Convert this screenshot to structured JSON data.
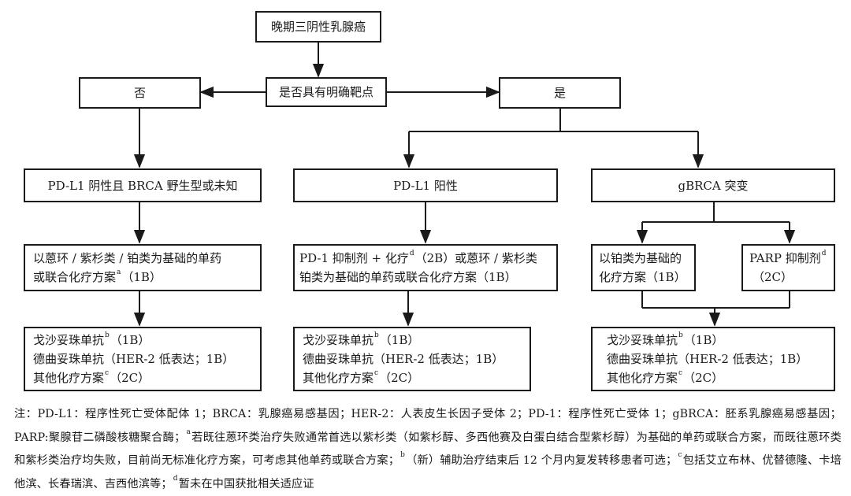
{
  "nodes": {
    "root": "晚期三阴性乳腺癌",
    "question": "是否具有明确靶点",
    "no": "否",
    "yes": "是",
    "pdl1_neg": "PD-L1 阴性且 BRCA 野生型或未知",
    "pdl1_pos": "PD-L1 阳性",
    "gbrca": "gBRCA 突变",
    "neg_step1": {
      "l1": "以蒽环 / 紫杉类 / 铂类为基础的单药",
      "l2": "或联合化疗方案",
      "sup": "a",
      "l2b": "（1B）"
    },
    "pos_step1": {
      "l1a": "PD-1 抑制剂 + 化疗",
      "sup": "d",
      "l1b": "（2B）或蒽环 / 紫杉类",
      "l2": "铂类为基础的单药或联合化疗方案（1B）"
    },
    "gbrca_plat": {
      "l1": "以铂类为基础的",
      "l2": "化疗方案（1B）"
    },
    "gbrca_parp": {
      "l1": "PARP 抑制剂",
      "sup": "d",
      "l2": "（2C）"
    },
    "final": {
      "l1": "戈沙妥珠单抗",
      "sup1": "b",
      "l1b": "（1B）",
      "l2": "德曲妥珠单抗（HER-2 低表达；1B）",
      "l3": "其他化疗方案",
      "sup3": "c",
      "l3b": "（2C）"
    }
  },
  "note": {
    "p1": "注：PD-L1：程序性死亡受体配体 1；BRCA：乳腺癌易感基因；HER-2：人表皮生长因子受体 2；PD-1：程序性死亡受体 1；gBRCA：胚系乳腺癌易感基因；PARP:聚腺苷二磷酸核糖聚合酶；",
    "sa": "a",
    "p2": "若既往蒽环类治疗失败通常首选以紫杉类（如紫杉醇、多西他赛及白蛋白结合型紫杉醇）为基础的单药或联合方案，而既往蒽环类和紫杉类治疗均失败，目前尚无标准化疗方案，可考虑其他单药或联合方案；",
    "sb": "b",
    "p3": "（新）辅助治疗结束后 12 个月内复发转移患者可选；",
    "sc": "c",
    "p4": "包括艾立布林、优替德隆、卡培他滨、长春瑞滨、吉西他滨等；",
    "sd": "d",
    "p5": "暂未在中国获批相关适应证"
  }
}
